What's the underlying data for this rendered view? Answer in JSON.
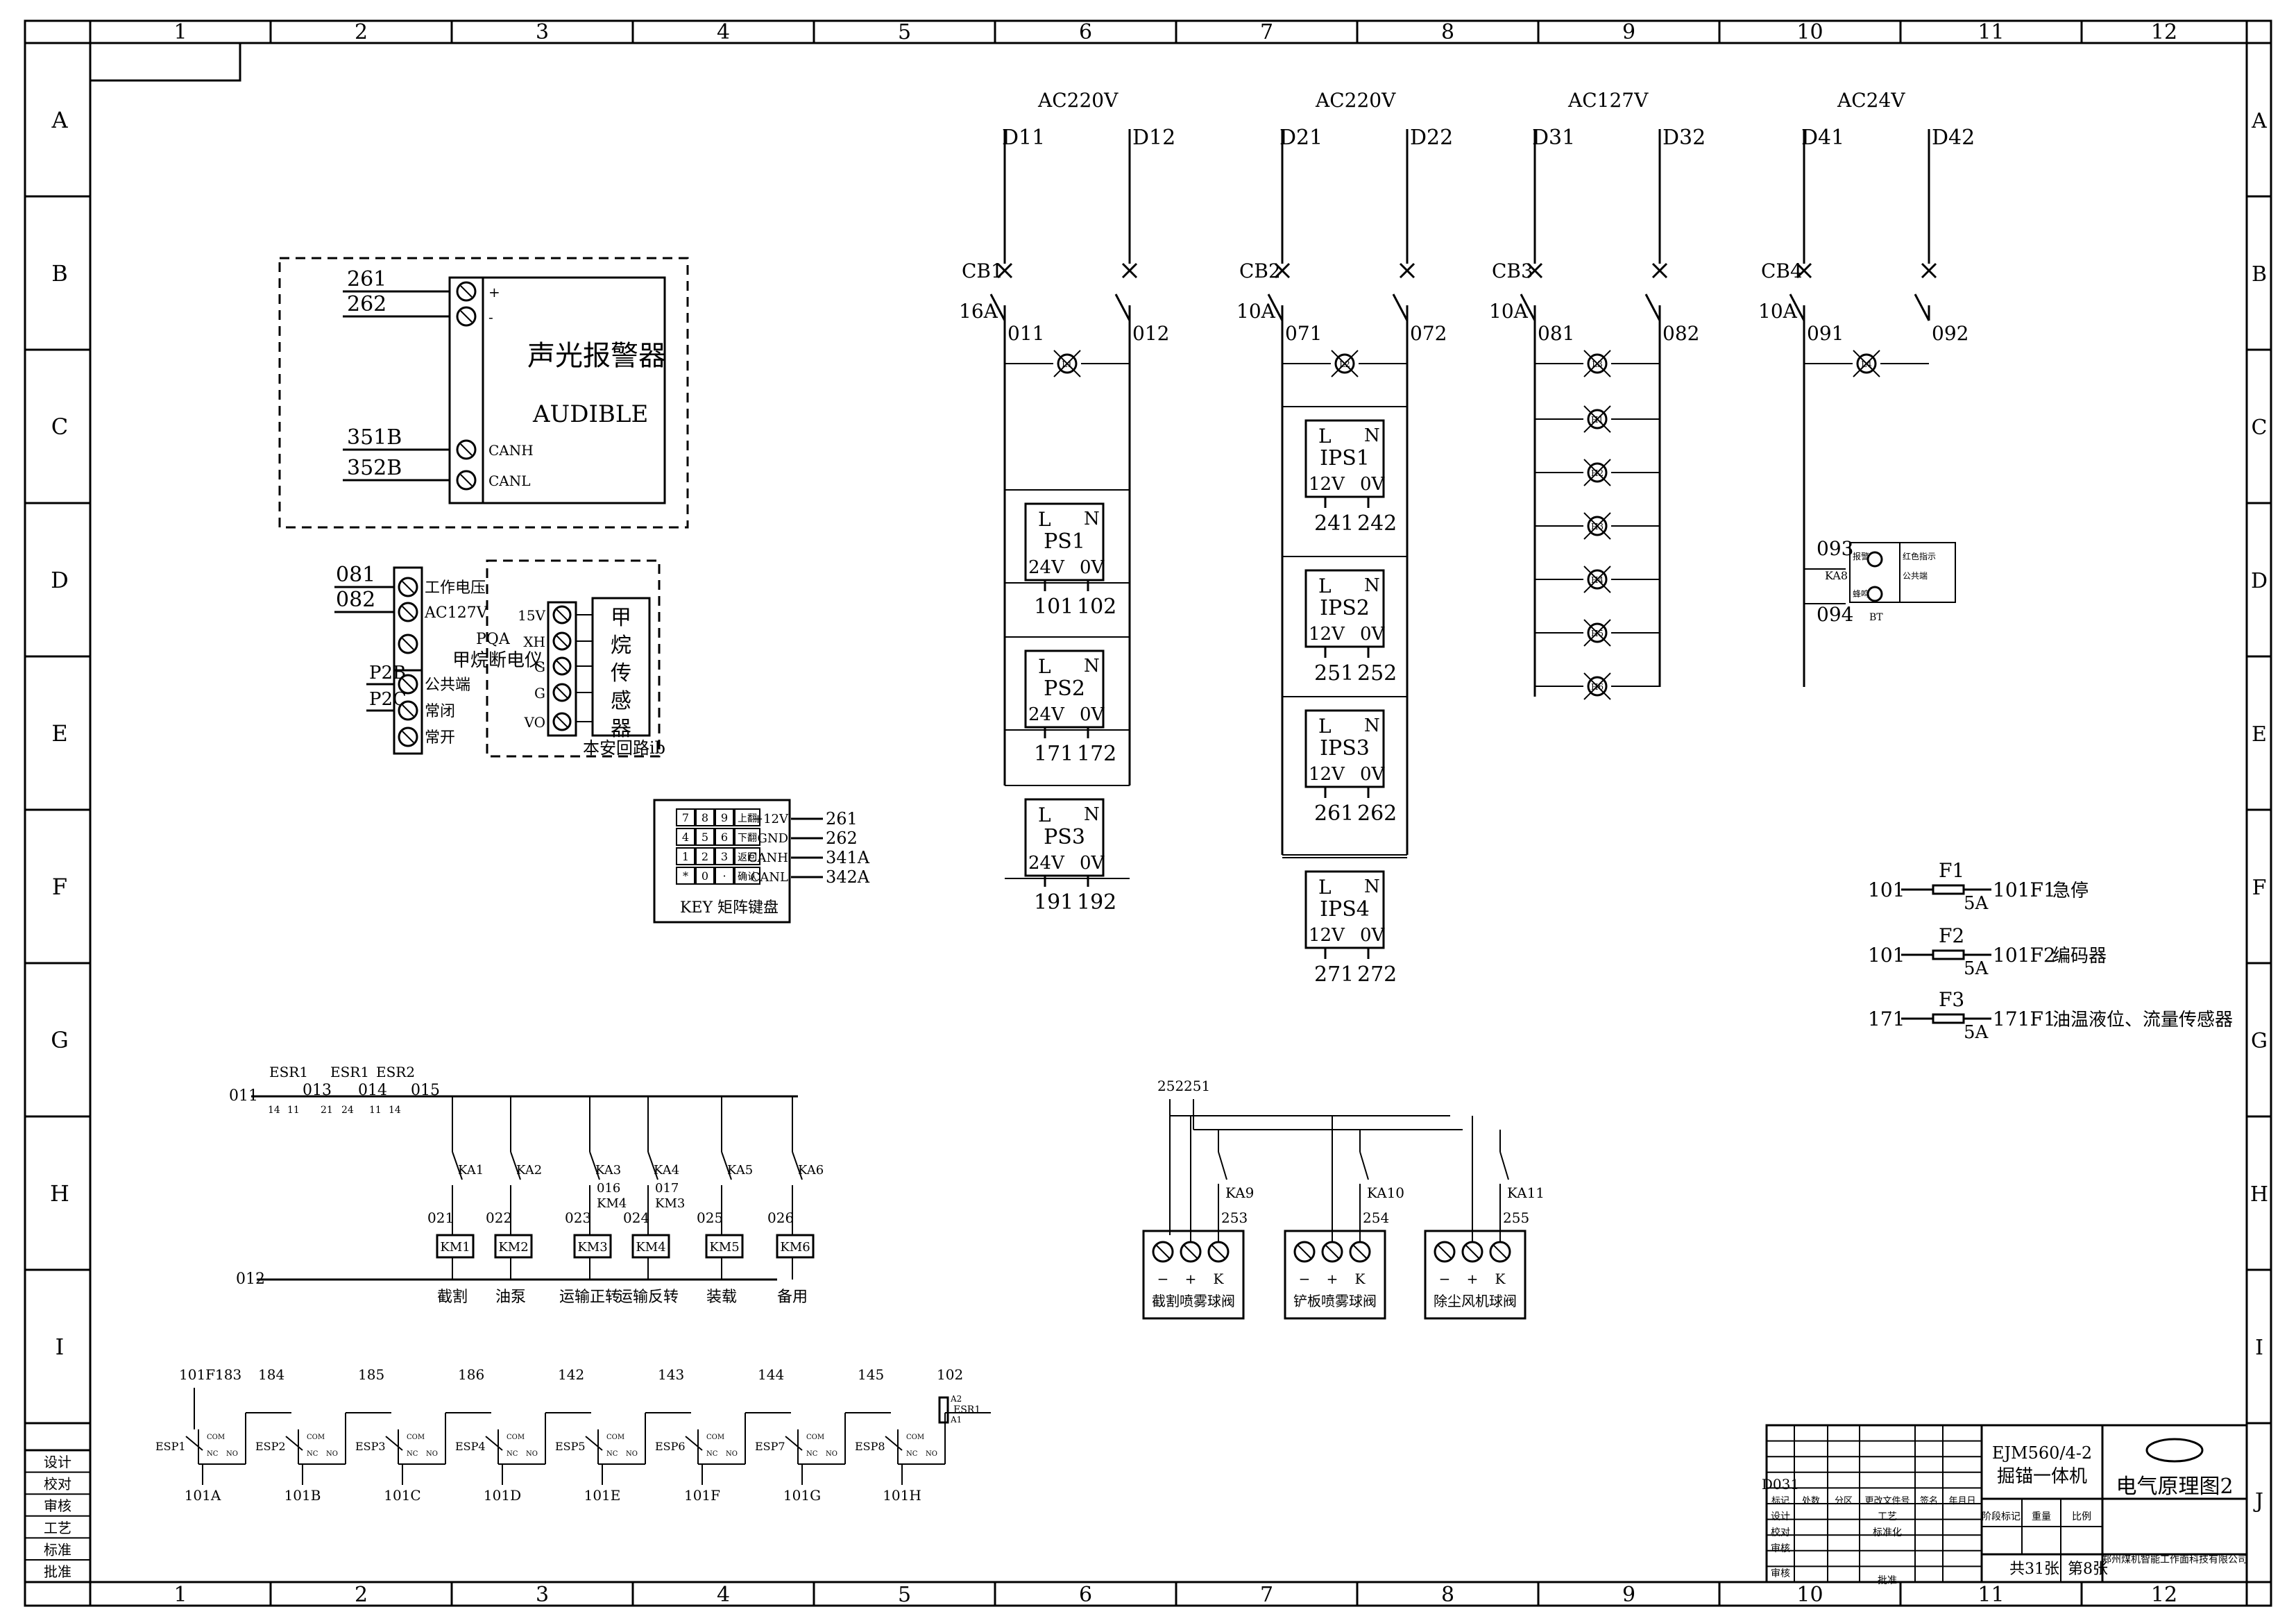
{
  "grid": {
    "columns": [
      "1",
      "2",
      "3",
      "4",
      "5",
      "6",
      "7",
      "8",
      "9",
      "10",
      "11",
      "12"
    ],
    "rows": [
      "A",
      "B",
      "C",
      "D",
      "E",
      "F",
      "G",
      "H",
      "I",
      "J"
    ]
  },
  "alarm": {
    "title": "声光报警器",
    "subtitle": "AUDIBLE",
    "wires": [
      "261",
      "262",
      "351B",
      "352B"
    ],
    "pins": [
      "+",
      "-",
      "CANH",
      "CANL"
    ]
  },
  "methane": {
    "inputs": [
      "081",
      "082"
    ],
    "labels": [
      "工作电压",
      "AC127V",
      "公共端",
      "常闭",
      "常开"
    ],
    "relay_wires": [
      "P2B",
      "P2C"
    ],
    "device_code": "PQA",
    "device_name": "甲烷断电仪",
    "terminals": [
      "15V",
      "XH",
      "G",
      "G",
      "VO"
    ],
    "sensor": [
      "甲",
      "烷",
      "传",
      "感",
      "器"
    ],
    "safety": "本安回路ib"
  },
  "keypad": {
    "keys": [
      "7",
      "8",
      "9",
      "上翻",
      "4",
      "5",
      "6",
      "下翻",
      "1",
      "2",
      "3",
      "返回",
      "*",
      "0",
      "·",
      "确认"
    ],
    "pins": [
      "+12V",
      "GND",
      "CANH",
      "CANL"
    ],
    "wires": [
      "261",
      "262",
      "341A",
      "342A"
    ],
    "label": "KEY 矩阵键盘"
  },
  "supplies": [
    {
      "voltage": "AC220V",
      "inputs": [
        "D11",
        "D12"
      ],
      "breaker": "CB1",
      "rating": "16A",
      "outs": [
        "011",
        "012"
      ],
      "lamp": "L1"
    },
    {
      "voltage": "AC220V",
      "inputs": [
        "D21",
        "D22"
      ],
      "breaker": "CB2",
      "rating": "10A",
      "outs": [
        "071",
        "072"
      ],
      "lamp": "L2"
    },
    {
      "voltage": "AC127V",
      "inputs": [
        "D31",
        "D32"
      ],
      "breaker": "CB3",
      "rating": "10A",
      "outs": [
        "081",
        "082"
      ],
      "lamp": "L3"
    },
    {
      "voltage": "AC24V",
      "inputs": [
        "D41",
        "D42"
      ],
      "breaker": "CB4",
      "rating": "10A",
      "outs": [
        "091",
        "092"
      ],
      "lamp": "L4"
    }
  ],
  "psu_24": [
    {
      "name": "PS1",
      "v": "24V",
      "z": "0V",
      "out": [
        "101",
        "102"
      ]
    },
    {
      "name": "PS2",
      "v": "24V",
      "z": "0V",
      "out": [
        "171",
        "172"
      ]
    },
    {
      "name": "PS3",
      "v": "24V",
      "z": "0V",
      "out": [
        "191",
        "192"
      ]
    }
  ],
  "psu_12": [
    {
      "name": "IPS1",
      "v": "12V",
      "z": "0V",
      "out": [
        "241",
        "242"
      ]
    },
    {
      "name": "IPS2",
      "v": "12V",
      "z": "0V",
      "out": [
        "251",
        "252"
      ]
    },
    {
      "name": "IPS3",
      "v": "12V",
      "z": "0V",
      "out": [
        "261",
        "262"
      ]
    },
    {
      "name": "IPS4",
      "v": "12V",
      "z": "0V",
      "out": [
        "271",
        "272"
      ]
    }
  ],
  "lamps_127": [
    "L3",
    "H1",
    "H2",
    "H3",
    "H4",
    "H5",
    "H6"
  ],
  "ac24": {
    "wires": [
      "093",
      "094"
    ],
    "relay": "KA8",
    "notes": [
      "报警",
      "红色指示",
      "公共端",
      "蜂鸣"
    ],
    "bt": "BT"
  },
  "fuses": [
    {
      "in": "101",
      "name": "F1",
      "rating": "5A",
      "out": "101F1",
      "desc": "急停"
    },
    {
      "in": "101",
      "name": "F2",
      "rating": "5A",
      "out": "101F2",
      "desc": "编码器"
    },
    {
      "in": "171",
      "name": "F3",
      "rating": "5A",
      "out": "171F1",
      "desc": "油温液位、流量传感器"
    }
  ],
  "control": {
    "bus": [
      "011",
      "013",
      "014",
      "015"
    ],
    "esr": [
      "ESR1",
      "ESR1",
      "ESR2"
    ],
    "contact_nums": [
      "14",
      "11",
      "21",
      "24",
      "11",
      "14"
    ],
    "bottom": "012",
    "branches": [
      {
        "ka": "KA1",
        "km": "KM1",
        "node": "021",
        "label": "截割",
        "extra": []
      },
      {
        "ka": "KA2",
        "km": "KM2",
        "node": "022",
        "label": "油泵",
        "extra": []
      },
      {
        "ka": "KA3",
        "km": "KM3",
        "node": "023",
        "label": "运输正转",
        "extra": [
          "016",
          "KM4"
        ]
      },
      {
        "ka": "KA4",
        "km": "KM4",
        "node": "024",
        "label": "运输反转",
        "extra": [
          "017",
          "KM3"
        ]
      },
      {
        "ka": "KA5",
        "km": "KM5",
        "node": "025",
        "label": "装载",
        "extra": []
      },
      {
        "ka": "KA6",
        "km": "KM6",
        "node": "026",
        "label": "备用",
        "extra": []
      }
    ]
  },
  "valves": {
    "supply": [
      "252",
      "251"
    ],
    "items": [
      {
        "ka": "KA9",
        "node": "253",
        "label": "截割喷雾球阀"
      },
      {
        "ka": "KA10",
        "node": "254",
        "label": "铲板喷雾球阀"
      },
      {
        "ka": "KA11",
        "node": "255",
        "label": "除尘风机球阀"
      }
    ],
    "pins": [
      "−",
      "+",
      "K"
    ]
  },
  "estop": {
    "top": [
      "101F1",
      "183",
      "184",
      "185",
      "186",
      "142",
      "143",
      "144",
      "145",
      "102"
    ],
    "names": [
      "ESP1",
      "ESP2",
      "ESP3",
      "ESP4",
      "ESP5",
      "ESP6",
      "ESP7",
      "ESP8"
    ],
    "bottom": [
      "101A",
      "101B",
      "101C",
      "101D",
      "101E",
      "101F",
      "101G",
      "101H"
    ],
    "coil": "ESR1",
    "coil_pins": [
      "A2",
      "A1"
    ],
    "contact_tags": [
      "COM",
      "NC",
      "NO"
    ]
  },
  "side_labels": [
    "设计",
    "校对",
    "审核",
    "工艺",
    "标准",
    "批准"
  ],
  "title_block": {
    "model": "EJM560/4-2",
    "machine": "掘锚一体机",
    "drawing": "电气原理图2",
    "code": "D031",
    "heads": [
      "标记",
      "处数",
      "分区",
      "更改文件号",
      "签名",
      "年月日"
    ],
    "rows": [
      "设计",
      "校对",
      "审核"
    ],
    "mid": [
      "工艺",
      "标准化",
      "批准"
    ],
    "stage": [
      "阶段标记",
      "重量",
      "比例"
    ],
    "sheets_total": "共31张",
    "sheet_no": "第8张",
    "company": "郑州煤机智能工作面科技有限公司"
  }
}
